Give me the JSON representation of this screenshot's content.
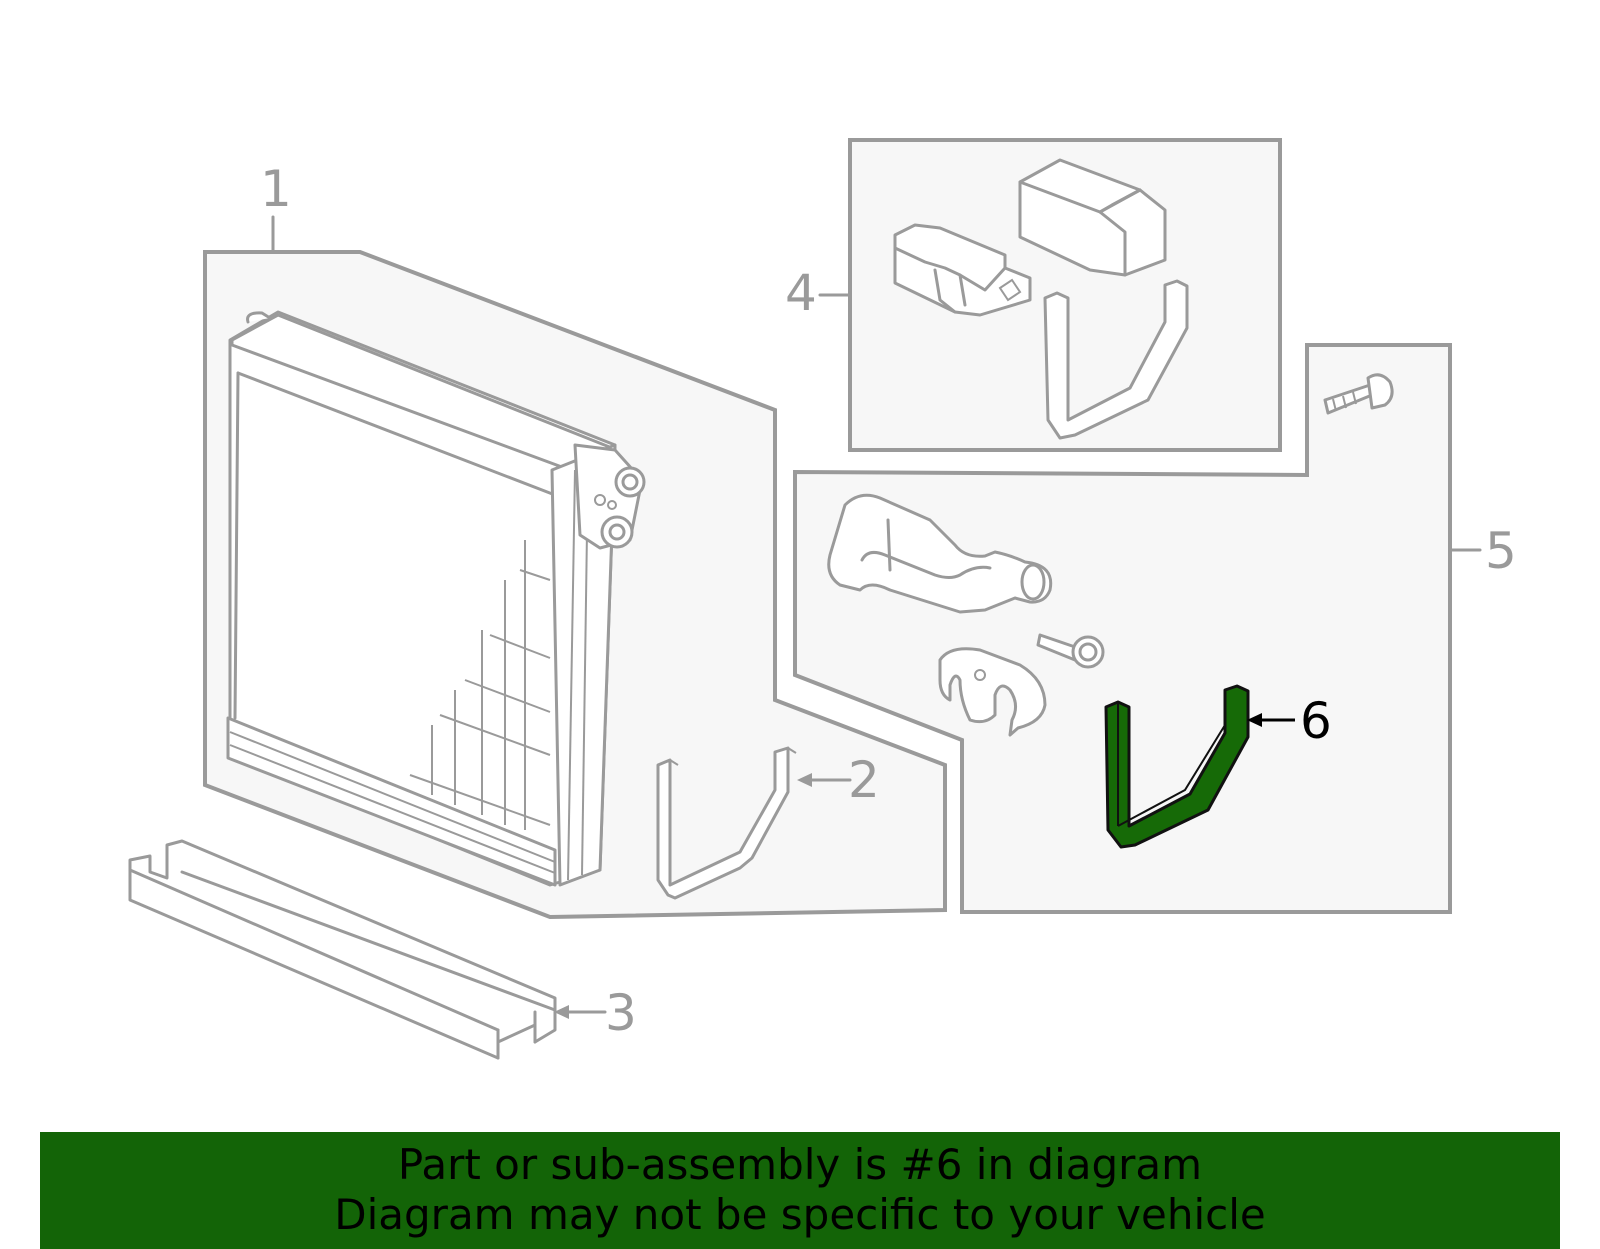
{
  "callouts": {
    "c1": "1",
    "c2": "2",
    "c3": "3",
    "c4": "4",
    "c5": "5",
    "c6": "6"
  },
  "highlight": {
    "part_number": "6",
    "color": "#166a07"
  },
  "banner": {
    "line1": "Part or sub-assembly is #6 in diagram",
    "line2": "Diagram may not be specific to your vehicle",
    "color": "#136407"
  }
}
